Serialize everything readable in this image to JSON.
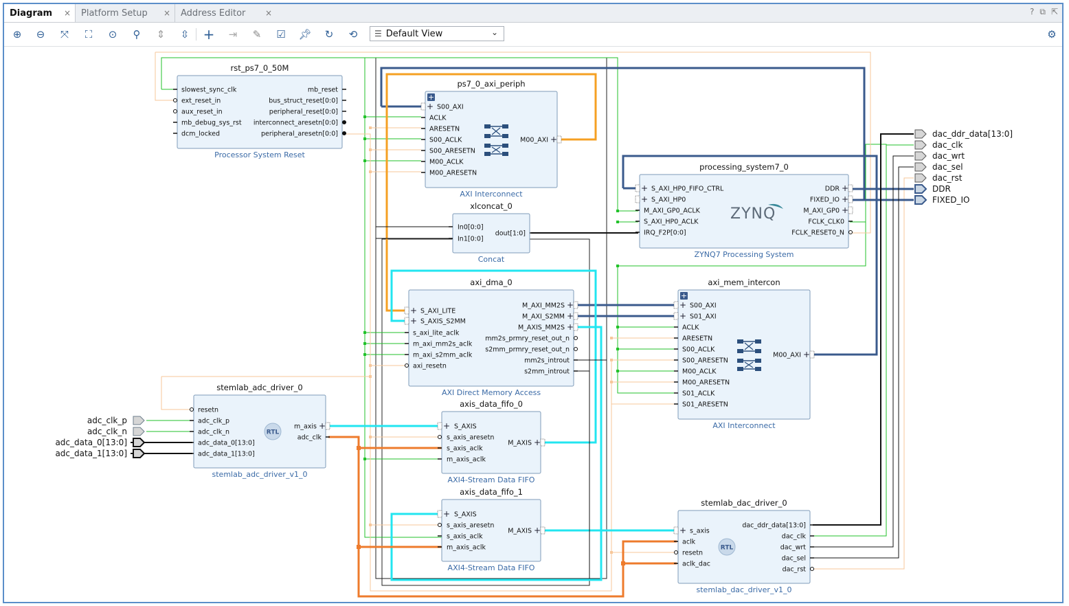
{
  "tabs": [
    {
      "label": "Diagram",
      "active": true
    },
    {
      "label": "Platform Setup",
      "active": false
    },
    {
      "label": "Address Editor",
      "active": false
    }
  ],
  "tab_close_glyph": "×",
  "toolbar": {
    "view_select": "Default View",
    "icons": [
      "zoom-in-icon",
      "zoom-out-icon",
      "fit-view-icon",
      "zoom-selection-icon",
      "center-icon",
      "search-icon",
      "collapse-all-icon",
      "expand-all-icon",
      "add-ip-icon",
      "make-connection-icon",
      "properties-icon",
      "validate-icon",
      "pin-icon",
      "refresh-icon",
      "regenerate-layout-icon",
      "settings-gear-icon"
    ]
  },
  "blocks": [
    {
      "id": "rst",
      "name": "rst_ps7_0_50M",
      "subtitle": "Processor System Reset",
      "left_ports": [
        "slowest_sync_clk",
        "ext_reset_in",
        "aux_reset_in",
        "mb_debug_sys_rst",
        "dcm_locked"
      ],
      "right_ports": [
        "mb_reset",
        "bus_struct_reset[0:0]",
        "peripheral_reset[0:0]",
        "interconnect_aresetn[0:0]",
        "peripheral_aresetn[0:0]"
      ]
    },
    {
      "id": "periph",
      "name": "ps7_0_axi_periph",
      "subtitle": "AXI Interconnect",
      "left_ports": [
        "S00_AXI",
        "ACLK",
        "ARESETN",
        "S00_ACLK",
        "S00_ARESETN",
        "M00_ACLK",
        "M00_ARESETN"
      ],
      "right_ports": [
        "M00_AXI"
      ]
    },
    {
      "id": "concat",
      "name": "xlconcat_0",
      "subtitle": "Concat",
      "left_ports": [
        "In0[0:0]",
        "In1[0:0]"
      ],
      "right_ports": [
        "dout[1:0]"
      ]
    },
    {
      "id": "ps7",
      "name": "processing_system7_0",
      "subtitle": "ZYNQ7 Processing System",
      "logo": "ZYNQ",
      "left_ports": [
        "S_AXI_HP0_FIFO_CTRL",
        "S_AXI_HP0",
        "M_AXI_GP0_ACLK",
        "S_AXI_HP0_ACLK",
        "IRQ_F2P[0:0]"
      ],
      "right_ports": [
        "DDR",
        "FIXED_IO",
        "M_AXI_GP0",
        "FCLK_CLK0",
        "FCLK_RESET0_N"
      ]
    },
    {
      "id": "dma",
      "name": "axi_dma_0",
      "subtitle": "AXI Direct Memory Access",
      "left_ports": [
        "S_AXI_LITE",
        "S_AXIS_S2MM",
        "s_axi_lite_aclk",
        "m_axi_mm2s_aclk",
        "m_axi_s2mm_aclk",
        "axi_resetn"
      ],
      "right_ports": [
        "M_AXI_MM2S",
        "M_AXI_S2MM",
        "M_AXIS_MM2S",
        "mm2s_prmry_reset_out_n",
        "s2mm_prmry_reset_out_n",
        "mm2s_introut",
        "s2mm_introut"
      ]
    },
    {
      "id": "memic",
      "name": "axi_mem_intercon",
      "subtitle": "AXI Interconnect",
      "left_ports": [
        "S00_AXI",
        "S01_AXI",
        "ACLK",
        "ARESETN",
        "S00_ACLK",
        "S00_ARESETN",
        "M00_ACLK",
        "M00_ARESETN",
        "S01_ACLK",
        "S01_ARESETN"
      ],
      "right_ports": [
        "M00_AXI"
      ]
    },
    {
      "id": "adc",
      "name": "stemlab_adc_driver_0",
      "subtitle": "stemlab_adc_driver_v1_0",
      "logo": "RTL",
      "left_ports": [
        "resetn",
        "adc_clk_p",
        "adc_clk_n",
        "adc_data_0[13:0]",
        "adc_data_1[13:0]"
      ],
      "right_ports": [
        "m_axis",
        "adc_clk"
      ]
    },
    {
      "id": "fifo0",
      "name": "axis_data_fifo_0",
      "subtitle": "AXI4-Stream Data FIFO",
      "left_ports": [
        "S_AXIS",
        "s_axis_aresetn",
        "s_axis_aclk",
        "m_axis_aclk"
      ],
      "right_ports": [
        "M_AXIS"
      ]
    },
    {
      "id": "fifo1",
      "name": "axis_data_fifo_1",
      "subtitle": "AXI4-Stream Data FIFO",
      "left_ports": [
        "S_AXIS",
        "s_axis_aresetn",
        "s_axis_aclk",
        "m_axis_aclk"
      ],
      "right_ports": [
        "M_AXIS"
      ]
    },
    {
      "id": "dac",
      "name": "stemlab_dac_driver_0",
      "subtitle": "stemlab_dac_driver_v1_0",
      "logo": "RTL",
      "left_ports": [
        "s_axis",
        "aclk",
        "resetn",
        "aclk_dac"
      ],
      "right_ports": [
        "dac_ddr_data[13:0]",
        "dac_clk",
        "dac_wrt",
        "dac_sel",
        "dac_rst"
      ]
    }
  ],
  "external_inputs": [
    "adc_clk_p",
    "adc_clk_n",
    "adc_data_0[13:0]",
    "adc_data_1[13:0]"
  ],
  "external_outputs": [
    "dac_ddr_data[13:0]",
    "dac_clk",
    "dac_wrt",
    "dac_sel",
    "dac_rst",
    "DDR",
    "FIXED_IO"
  ],
  "colors": {
    "block_fill": "#eaf3fb",
    "block_stroke": "#7f9bb8",
    "subtitle": "#3a6aa6",
    "clk": "#22c22a",
    "reset": "#f7c79a",
    "axi": "#3a5a8c",
    "stream": "#22e5f0",
    "orange": "#f5a023",
    "adc_clk": "#ee7b2c",
    "signal": "#111111",
    "ext_port": "#6e7f8c"
  }
}
